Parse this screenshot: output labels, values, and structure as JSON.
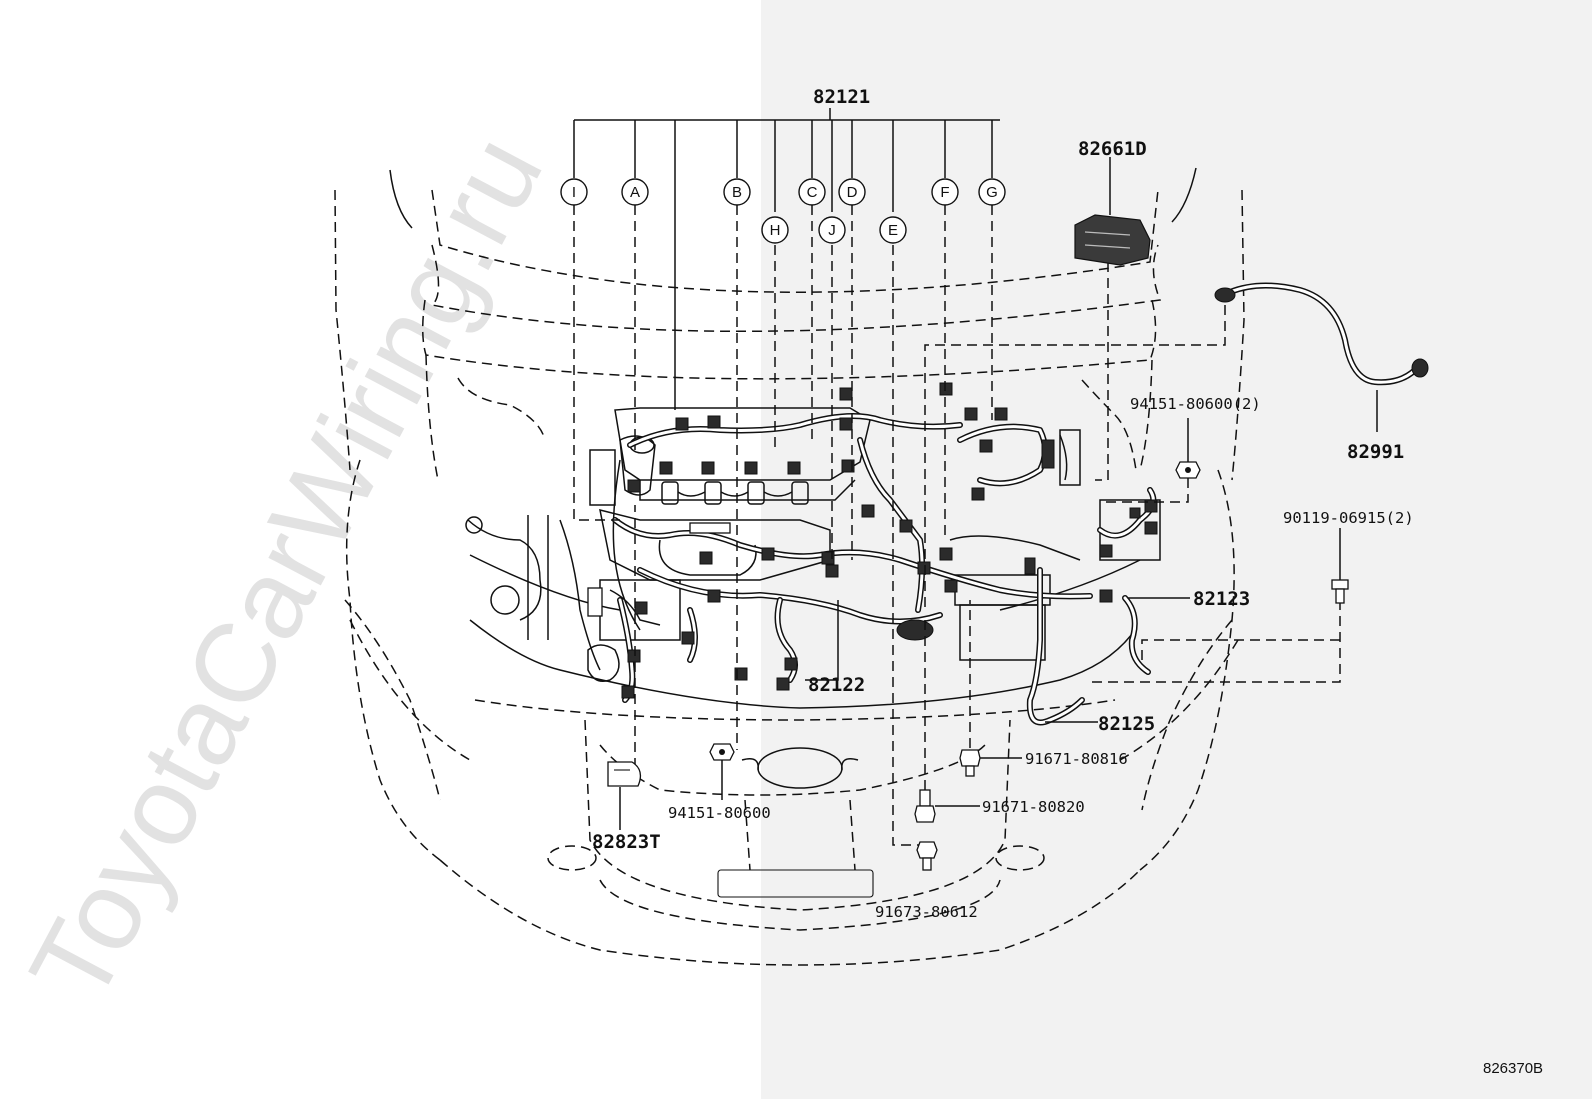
{
  "watermark": "ToyotaCarWiring.ru",
  "diagram_code": "826370B",
  "callouts": [
    "I",
    "A",
    "B",
    "C",
    "D",
    "H",
    "J",
    "E",
    "F",
    "G"
  ],
  "parts": {
    "p82121": "82121",
    "p82661D": "82661D",
    "p82991": "82991",
    "p94151_80600_2": "94151-80600(2)",
    "p90119_06915_2": "90119-06915(2)",
    "p82123": "82123",
    "p82122": "82122",
    "p82125": "82125",
    "p91671_80816": "91671-80816",
    "p91671_80820": "91671-80820",
    "p94151_80600": "94151-80600",
    "p82823T": "82823T",
    "p91673_80612": "91673-80612"
  },
  "colors": {
    "background": "#ffffff",
    "shade": "#f2f2f2",
    "ink": "#111111",
    "watermark": "#e2e2e2"
  }
}
